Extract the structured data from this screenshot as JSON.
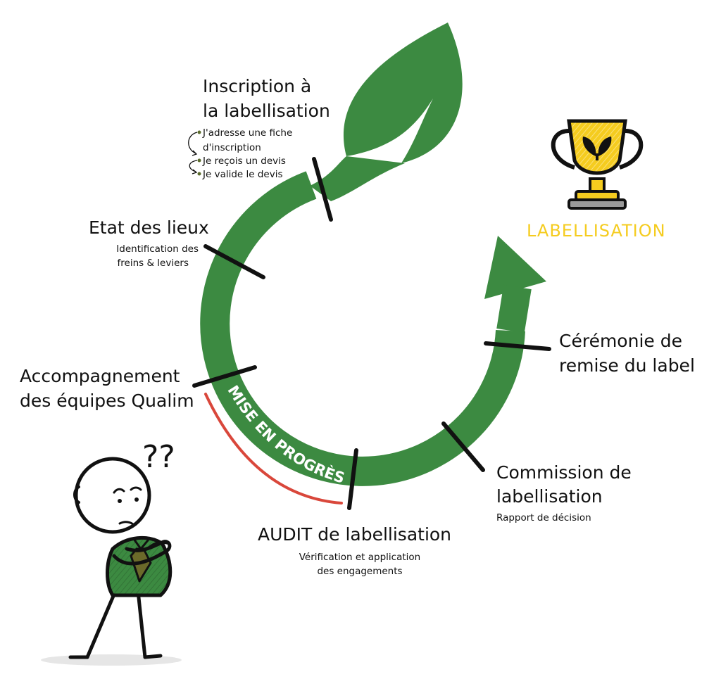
{
  "colors": {
    "green": "#3c8a41",
    "black": "#111111",
    "red": "#d9473b",
    "yellow": "#f5cc1f",
    "grey": "#8a8a8a"
  },
  "steps": {
    "inscription": {
      "title_line1": "Inscription à",
      "title_line2": "la labellisation",
      "bullets": [
        "J'adresse une fiche",
        "d'inscription",
        "Je reçois un devis",
        "Je valide le devis"
      ]
    },
    "etat": {
      "title": "Etat des lieux",
      "sub_line1": "Identification des",
      "sub_line2": "freins & leviers"
    },
    "accompagnement": {
      "title_line1": "Accompagnement",
      "title_line2": "des équipes Qualim"
    },
    "audit": {
      "title": "AUDIT de labellisation",
      "sub_line1": "Vérification et application",
      "sub_line2": "des engagements"
    },
    "commission": {
      "title_line1": "Commission de",
      "title_line2": "labellisation",
      "sub": "Rapport de décision"
    },
    "ceremonie": {
      "title_line1": "Cérémonie de",
      "title_line2": "remise du label"
    }
  },
  "band_label": "MISE EN PROGRÈS",
  "labellisation": "LABELLISATION",
  "question_marks": "??",
  "icons": {
    "leaf": "leaf-icon",
    "trophy": "trophy-icon",
    "character": "thinking-character"
  }
}
